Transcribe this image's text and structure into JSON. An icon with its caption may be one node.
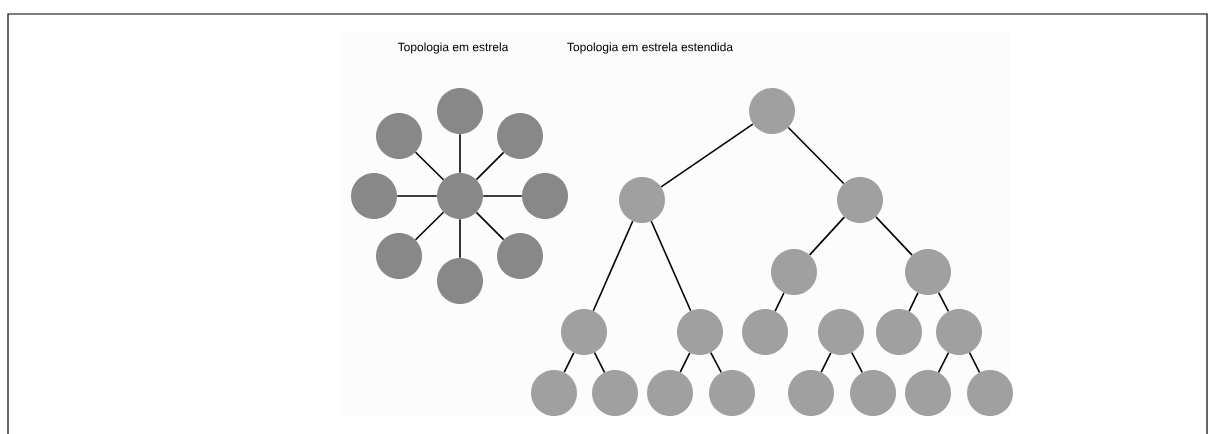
{
  "diagram": {
    "nodes": [
      {
        "text": [],
        "shape": "circle"
      },
      {
        "text": [],
        "shape": "circle"
      },
      {
        "text": [],
        "shape": "circle"
      },
      {
        "text": [],
        "shape": "circle"
      },
      {
        "text": [],
        "shape": "circle"
      },
      {
        "text": [],
        "shape": "circle"
      },
      {
        "text": [],
        "shape": "circle"
      },
      {
        "text": [],
        "shape": "circle"
      },
      {
        "text": [],
        "shape": "circle"
      },
      {
        "text": [],
        "shape": "circle"
      },
      {
        "text": [],
        "shape": "circle"
      },
      {
        "text": [],
        "shape": "circle"
      },
      {
        "text": [],
        "shape": "circle"
      },
      {
        "text": [],
        "shape": "circle"
      },
      {
        "text": [],
        "shape": "circle"
      },
      {
        "text": [],
        "shape": "circle"
      },
      {
        "text": [],
        "shape": "circle"
      },
      {
        "text": [],
        "shape": "circle"
      },
      {
        "text": [],
        "shape": "circle"
      },
      {
        "text": [],
        "shape": "circle"
      },
      {
        "text": [],
        "shape": "circle"
      },
      {
        "text": [],
        "shape": "circle"
      },
      {
        "text": [],
        "shape": "circle"
      },
      {
        "text": [],
        "shape": "circle"
      },
      {
        "text": [],
        "shape": "circle"
      },
      {
        "text": [],
        "shape": "circle"
      },
      {
        "text": [],
        "shape": "circle"
      },
      {
        "text": [],
        "shape": "circle"
      }
    ],
    "edges": [
      {
        "from": 4,
        "to": 0,
        "arrow": "none"
      },
      {
        "from": 4,
        "to": 1,
        "arrow": "none"
      },
      {
        "from": 4,
        "to": 2,
        "arrow": "none"
      },
      {
        "from": 4,
        "to": 3,
        "arrow": "none"
      },
      {
        "from": 4,
        "to": 5,
        "arrow": "none"
      },
      {
        "from": 4,
        "to": 6,
        "arrow": "none"
      },
      {
        "from": 4,
        "to": 7,
        "arrow": "none"
      },
      {
        "from": 4,
        "to": 8,
        "arrow": "none"
      },
      {
        "from": 9,
        "to": 10,
        "arrow": "none"
      },
      {
        "from": 9,
        "to": 11,
        "arrow": "none"
      },
      {
        "from": 11,
        "to": 12,
        "arrow": "none"
      },
      {
        "from": 11,
        "to": 13,
        "arrow": "none"
      },
      {
        "from": 10,
        "to": 14,
        "arrow": "none"
      },
      {
        "from": 10,
        "to": 15,
        "arrow": "none"
      },
      {
        "from": 12,
        "to": 16,
        "arrow": "none"
      },
      {
        "from": 13,
        "to": 18,
        "arrow": "none"
      },
      {
        "from": 13,
        "to": 19,
        "arrow": "none"
      },
      {
        "from": 14,
        "to": 20,
        "arrow": "none"
      },
      {
        "from": 14,
        "to": 21,
        "arrow": "none"
      },
      {
        "from": 15,
        "to": 22,
        "arrow": "none"
      },
      {
        "from": 15,
        "to": 23,
        "arrow": "none"
      },
      {
        "from": 17,
        "to": 24,
        "arrow": "none"
      },
      {
        "from": 17,
        "to": 25,
        "arrow": "none"
      },
      {
        "from": 19,
        "to": 26,
        "arrow": "none"
      },
      {
        "from": 19,
        "to": 27,
        "arrow": "none"
      }
    ],
    "labels": [
      "Topologia em estrela",
      "Topologia em estrela estendida"
    ]
  }
}
